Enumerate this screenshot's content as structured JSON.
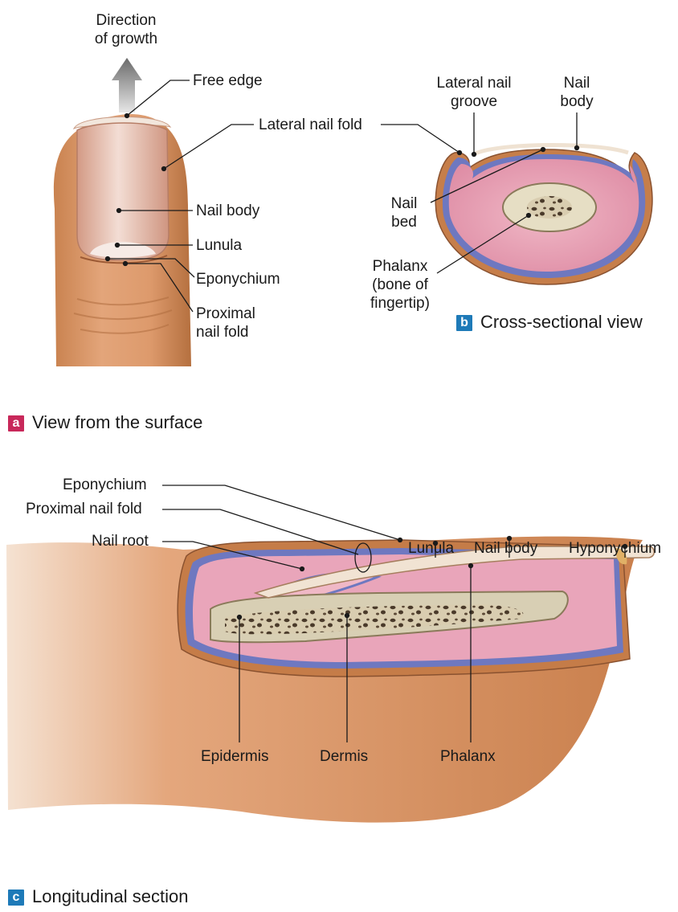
{
  "panel_a": {
    "direction": [
      "Direction",
      "of growth"
    ],
    "free_edge": "Free edge",
    "lateral_nail_fold": "Lateral nail fold",
    "nail_body": "Nail body",
    "lunula": "Lunula",
    "eponychium": "Eponychium",
    "proximal_nail_fold": [
      "Proximal",
      "nail fold"
    ],
    "caption_letter": "a",
    "caption": "View from the surface"
  },
  "panel_b": {
    "lateral_nail_groove": [
      "Lateral nail",
      "groove"
    ],
    "nail_body": [
      "Nail",
      "body"
    ],
    "nail_bed": [
      "Nail",
      "bed"
    ],
    "phalanx": [
      "Phalanx",
      "(bone of",
      "fingertip)"
    ],
    "caption_letter": "b",
    "caption": "Cross-sectional view"
  },
  "panel_c": {
    "eponychium": "Eponychium",
    "proximal_nail_fold": "Proximal nail fold",
    "nail_root": "Nail root",
    "lunula": "Lunula",
    "nail_body": "Nail body",
    "hyponychium": "Hyponychium",
    "epidermis": "Epidermis",
    "dermis": "Dermis",
    "phalanx": "Phalanx",
    "caption_letter": "c",
    "caption": "Longitudinal section"
  },
  "colors": {
    "badge_a": "#c8285a",
    "badge_b": "#1e7ab8",
    "badge_c": "#1e7ab8",
    "skin": "#d9925c",
    "dermis": "#e9a5ba",
    "epidermis": "#6e78c0",
    "bone": "#d8cfb4"
  }
}
